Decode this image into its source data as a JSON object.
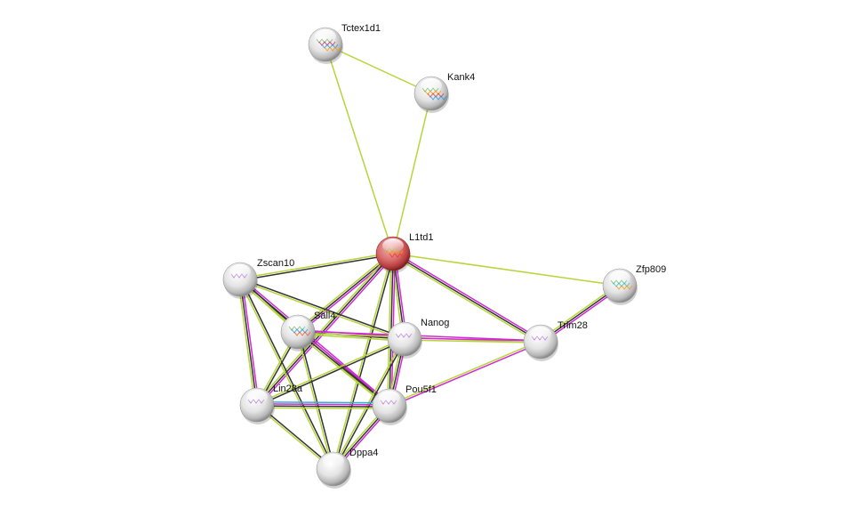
{
  "network": {
    "title": "Protein interaction network",
    "query_protein": "L1td1",
    "edge_colors": {
      "textmining": "#b5d63a",
      "coexpression": "#333333",
      "experiments": "#d12ad4",
      "databases": "#29b6d3"
    },
    "nodes": [
      {
        "id": "Tctex1d1",
        "label": "Tctex1d1",
        "query": false,
        "structure_colors": [
          "#4caf50",
          "#e91e63",
          "#2196f3",
          "#ff9800"
        ]
      },
      {
        "id": "Kank4",
        "label": "Kank4",
        "query": false,
        "structure_colors": [
          "#4caf50",
          "#ff9800",
          "#e53935",
          "#2196f3"
        ]
      },
      {
        "id": "L1td1",
        "label": "L1td1",
        "query": true,
        "structure_colors": [
          "#8bc34a",
          "#ff9800",
          "#e53935"
        ]
      },
      {
        "id": "Zscan10",
        "label": "Zscan10",
        "query": false,
        "structure_colors": [
          "#b36ad6"
        ]
      },
      {
        "id": "Zfp809",
        "label": "Zfp809",
        "query": false,
        "structure_colors": [
          "#4caf50",
          "#26c6da",
          "#ff9800"
        ]
      },
      {
        "id": "Sall4",
        "label": "Sall4",
        "query": false,
        "structure_colors": [
          "#4caf50",
          "#2196f3",
          "#ff5722"
        ]
      },
      {
        "id": "Nanog",
        "label": "Nanog",
        "query": false,
        "structure_colors": [
          "#b36ad6"
        ]
      },
      {
        "id": "Trim28",
        "label": "Trim28",
        "query": false,
        "structure_colors": [
          "#b36ad6"
        ]
      },
      {
        "id": "Lin28a",
        "label": "Lin28a",
        "query": false,
        "structure_colors": [
          "#b36ad6"
        ]
      },
      {
        "id": "Pou5f1",
        "label": "Pou5f1",
        "query": false,
        "structure_colors": [
          "#b36ad6"
        ]
      },
      {
        "id": "Dppa4",
        "label": "Dppa4",
        "query": false,
        "structure_colors": []
      }
    ],
    "edges": [
      {
        "a": "Tctex1d1",
        "b": "Kank4",
        "types": [
          "textmining"
        ]
      },
      {
        "a": "Tctex1d1",
        "b": "L1td1",
        "types": [
          "textmining"
        ]
      },
      {
        "a": "Kank4",
        "b": "L1td1",
        "types": [
          "textmining"
        ]
      },
      {
        "a": "L1td1",
        "b": "Zfp809",
        "types": [
          "textmining"
        ]
      },
      {
        "a": "L1td1",
        "b": "Zscan10",
        "types": [
          "coexpression",
          "textmining"
        ]
      },
      {
        "a": "L1td1",
        "b": "Sall4",
        "types": [
          "experiments",
          "coexpression",
          "textmining"
        ]
      },
      {
        "a": "L1td1",
        "b": "Nanog",
        "types": [
          "experiments",
          "coexpression",
          "textmining"
        ]
      },
      {
        "a": "L1td1",
        "b": "Trim28",
        "types": [
          "experiments",
          "coexpression",
          "textmining"
        ]
      },
      {
        "a": "L1td1",
        "b": "Lin28a",
        "types": [
          "experiments",
          "coexpression",
          "textmining"
        ]
      },
      {
        "a": "L1td1",
        "b": "Pou5f1",
        "types": [
          "experiments",
          "coexpression",
          "textmining"
        ]
      },
      {
        "a": "L1td1",
        "b": "Dppa4",
        "types": [
          "coexpression",
          "textmining"
        ]
      },
      {
        "a": "Zfp809",
        "b": "Trim28",
        "types": [
          "experiments",
          "coexpression",
          "textmining"
        ]
      },
      {
        "a": "Zscan10",
        "b": "Sall4",
        "types": [
          "coexpression",
          "textmining"
        ]
      },
      {
        "a": "Zscan10",
        "b": "Nanog",
        "types": [
          "coexpression",
          "textmining"
        ]
      },
      {
        "a": "Zscan10",
        "b": "Lin28a",
        "types": [
          "experiments",
          "coexpression",
          "textmining"
        ]
      },
      {
        "a": "Zscan10",
        "b": "Pou5f1",
        "types": [
          "experiments",
          "coexpression",
          "textmining"
        ]
      },
      {
        "a": "Zscan10",
        "b": "Dppa4",
        "types": [
          "coexpression",
          "textmining"
        ]
      },
      {
        "a": "Sall4",
        "b": "Nanog",
        "types": [
          "experiments",
          "coexpression",
          "textmining"
        ]
      },
      {
        "a": "Sall4",
        "b": "Pou5f1",
        "types": [
          "experiments",
          "coexpression",
          "textmining"
        ]
      },
      {
        "a": "Sall4",
        "b": "Lin28a",
        "types": [
          "coexpression",
          "textmining"
        ]
      },
      {
        "a": "Sall4",
        "b": "Dppa4",
        "types": [
          "coexpression",
          "textmining"
        ]
      },
      {
        "a": "Sall4",
        "b": "Trim28",
        "types": [
          "experiments",
          "textmining"
        ]
      },
      {
        "a": "Nanog",
        "b": "Trim28",
        "types": [
          "experiments",
          "textmining"
        ]
      },
      {
        "a": "Nanog",
        "b": "Pou5f1",
        "types": [
          "experiments",
          "coexpression",
          "textmining"
        ]
      },
      {
        "a": "Nanog",
        "b": "Lin28a",
        "types": [
          "coexpression",
          "textmining"
        ]
      },
      {
        "a": "Nanog",
        "b": "Dppa4",
        "types": [
          "coexpression",
          "textmining"
        ]
      },
      {
        "a": "Trim28",
        "b": "Pou5f1",
        "types": [
          "experiments",
          "textmining"
        ]
      },
      {
        "a": "Lin28a",
        "b": "Pou5f1",
        "types": [
          "databases",
          "experiments",
          "coexpression",
          "textmining"
        ]
      },
      {
        "a": "Lin28a",
        "b": "Dppa4",
        "types": [
          "coexpression",
          "textmining"
        ]
      },
      {
        "a": "Pou5f1",
        "b": "Dppa4",
        "types": [
          "experiments",
          "coexpression",
          "textmining"
        ]
      }
    ]
  }
}
